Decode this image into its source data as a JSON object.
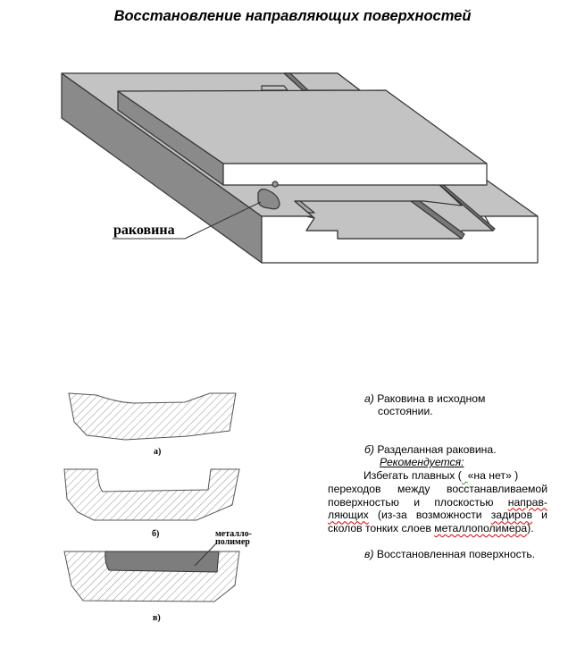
{
  "title": "Восстановление направляющих поверхностей",
  "diagram": {
    "defect_label": "раковина",
    "fill_label_line1": "металло-",
    "fill_label_line2": "полимер",
    "section_labels": [
      "а)",
      "б)",
      "в)"
    ]
  },
  "captions": {
    "a_marker": "а)",
    "a_text_line1": "Раковина в исходном",
    "a_text_line2": "состоянии.",
    "b_marker": "б)",
    "b_text": "Разделанная раковина.",
    "recommend": "Рекомендуется:",
    "para": {
      "p1": "Избегать плавных (",
      "p2": "«на нет» )",
      "p3": "переходов между восстанавливаемой поверхностью и плоскостью ",
      "p4": "направ-ляющих",
      "p5": " (из-за возможности ",
      "p6": "задиров",
      "p7": " и сколов тонких слоев ",
      "p8": "металлополимера",
      "p9": ")."
    },
    "c_marker": "в)",
    "c_text": "Восстановленная поверхность."
  },
  "colors": {
    "light": "#c3c3c3",
    "dark": "#8a8a8a",
    "fill": "#7d7d7d"
  }
}
